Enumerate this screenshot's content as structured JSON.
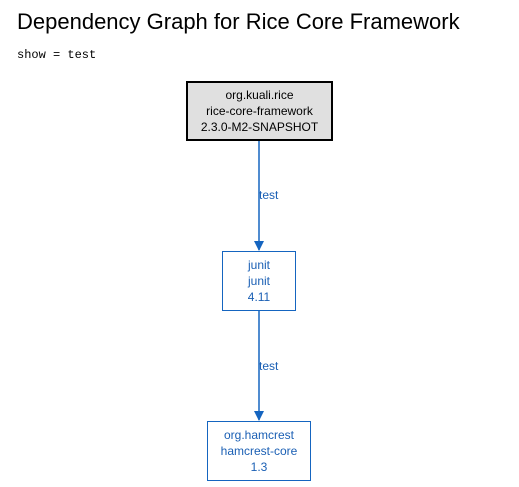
{
  "title": "Dependency Graph for Rice Core Framework",
  "filter": "show = test",
  "colors": {
    "root_fill": "#e0e0e0",
    "root_border": "#000000",
    "dep_color": "#1565c0",
    "dep_text": "#1a5fb4"
  },
  "nodes": [
    {
      "group": "org.kuali.rice",
      "artifact": "rice-core-framework",
      "version": "2.3.0-M2-SNAPSHOT"
    },
    {
      "group": "junit",
      "artifact": "junit",
      "version": "4.11"
    },
    {
      "group": "org.hamcrest",
      "artifact": "hamcrest-core",
      "version": "1.3"
    }
  ],
  "edges": [
    {
      "from": "rice-core-framework",
      "to": "junit",
      "label": "test"
    },
    {
      "from": "junit",
      "to": "hamcrest-core",
      "label": "test"
    }
  ]
}
